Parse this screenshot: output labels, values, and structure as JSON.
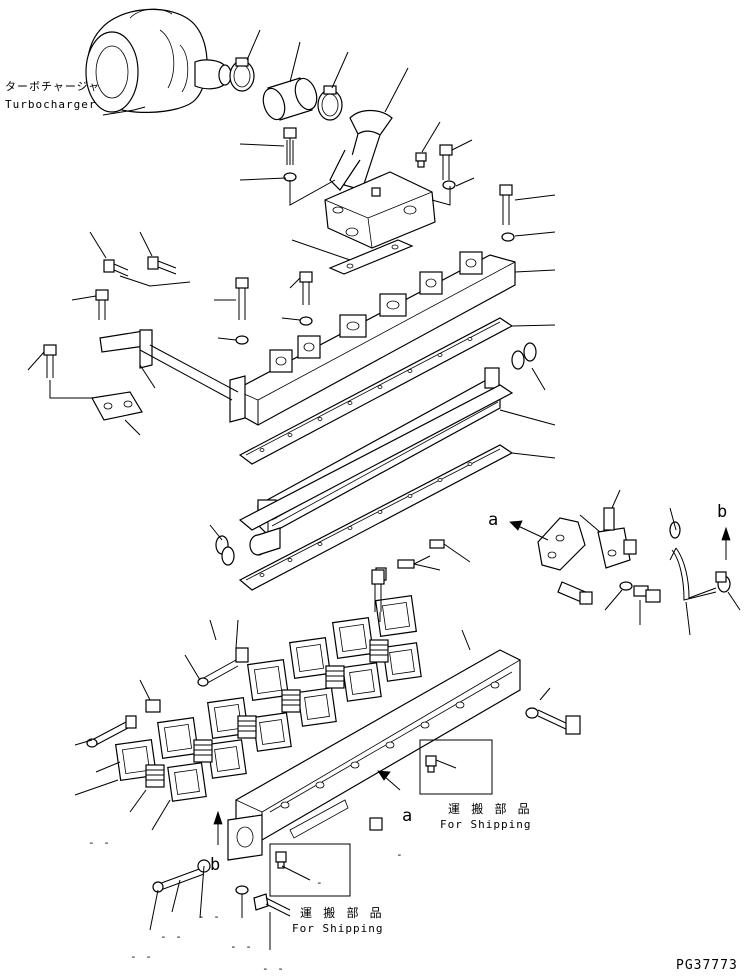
{
  "labels": {
    "turbocharger_jp": "ターボチャージャ",
    "turbocharger_en": "Turbocharger",
    "shipping_jp_1": "運 搬 部 品",
    "shipping_en_1": "For Shipping",
    "shipping_jp_2": "運 搬 部 品",
    "shipping_en_2": "For Shipping",
    "ref_a_upper": "a",
    "ref_b_upper": "b",
    "ref_a_lower": "a",
    "ref_b_lower": "b",
    "drawing_code": "PG37773",
    "dash_1": "- -",
    "dash_2": "-",
    "dash_3": "-",
    "dash_4": "- -",
    "dash_5": "- -",
    "dash_6": "- -",
    "dash_7": "- -",
    "dash_8": "- -"
  },
  "diagram": {
    "type": "exploded parts diagram",
    "parts": [
      "turbocharger",
      "hose clamp",
      "hose",
      "hose clamp",
      "elbow pipe",
      "bolt",
      "washer",
      "connector housing",
      "gasket",
      "intake manifold",
      "gasket",
      "aftercooler core",
      "gasket",
      "exhaust manifold",
      "manifold gaskets",
      "bracket",
      "sensor",
      "tube",
      "bolts"
    ]
  }
}
